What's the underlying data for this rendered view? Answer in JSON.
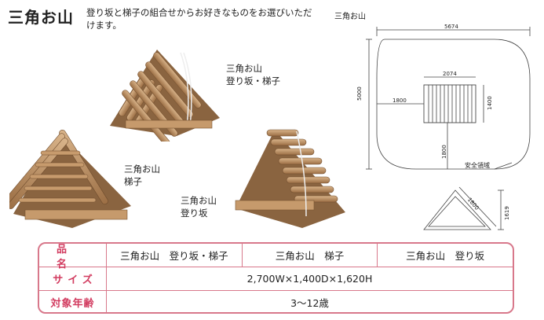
{
  "header": {
    "title": "三角お山",
    "description": "登り坂と梯子の組合せからお好きなものをお選びいただけます。"
  },
  "captions": {
    "combo": [
      "三角お山",
      "登り坂・梯子"
    ],
    "ladder": [
      "三角お山",
      "梯子"
    ],
    "slope": [
      "三角お山",
      "登り坂"
    ]
  },
  "plan": {
    "title": "三角お山",
    "width_total": "5674",
    "height_total": "5000",
    "inner_width": "2074",
    "inner_depth": "1400",
    "left_clearance": "1800",
    "bottom_clearance": "1800",
    "zone_label": "安全領域",
    "side_slant": "1800",
    "side_height": "1619"
  },
  "spec": {
    "row1_header": "品名",
    "row1_cells": [
      "三角お山　登り坂・梯子",
      "三角お山　梯子",
      "三角お山　登り坂"
    ],
    "row2_header": "サイズ",
    "row2_value": "2,700W×1,400D×1,620H",
    "row3_header": "対象年齢",
    "row3_value": "3〜12歳"
  },
  "colors": {
    "accent": "#d23c60",
    "border": "#d8788b",
    "wood": "#b8875a"
  }
}
